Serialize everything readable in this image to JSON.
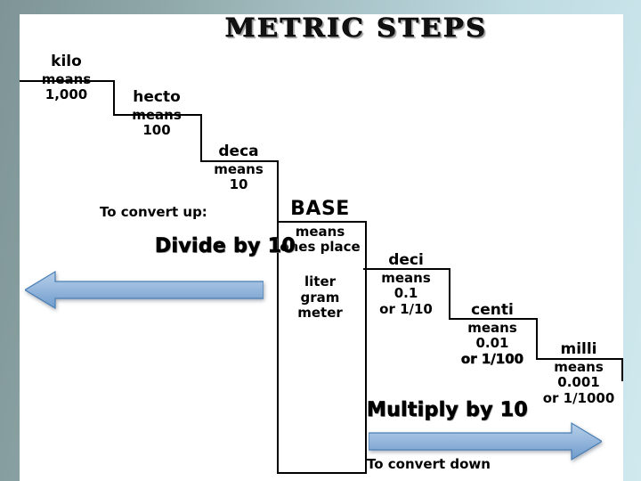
{
  "title": "METRIC STEPS",
  "steps": [
    {
      "name": "kilo",
      "lines": [
        "means",
        "1,000"
      ]
    },
    {
      "name": "hecto",
      "lines": [
        "means",
        "100"
      ]
    },
    {
      "name": "deca",
      "lines": [
        "means",
        "10"
      ]
    },
    {
      "name": "BASE",
      "lines": [
        "means",
        "ones place"
      ],
      "units": [
        "liter",
        "gram",
        "meter"
      ]
    },
    {
      "name": "deci",
      "lines": [
        "means",
        "0.1",
        "or 1/10"
      ]
    },
    {
      "name": "centi",
      "lines": [
        "means",
        "0.01",
        "or 1/100"
      ]
    },
    {
      "name": "milli",
      "lines": [
        "means",
        "0.001",
        "or 1/1000"
      ]
    }
  ],
  "captions": {
    "convert_up": "To convert up:",
    "divide": "Divide by 10",
    "multiply": "Multiply by 10",
    "convert_down": "To convert down"
  },
  "colors": {
    "arrow_fill_light": "#b0c9e4",
    "arrow_fill_dark": "#6e9bcb",
    "arrow_stroke": "#4a7fb5",
    "line": "#000000",
    "sheet": "#ffffff"
  }
}
